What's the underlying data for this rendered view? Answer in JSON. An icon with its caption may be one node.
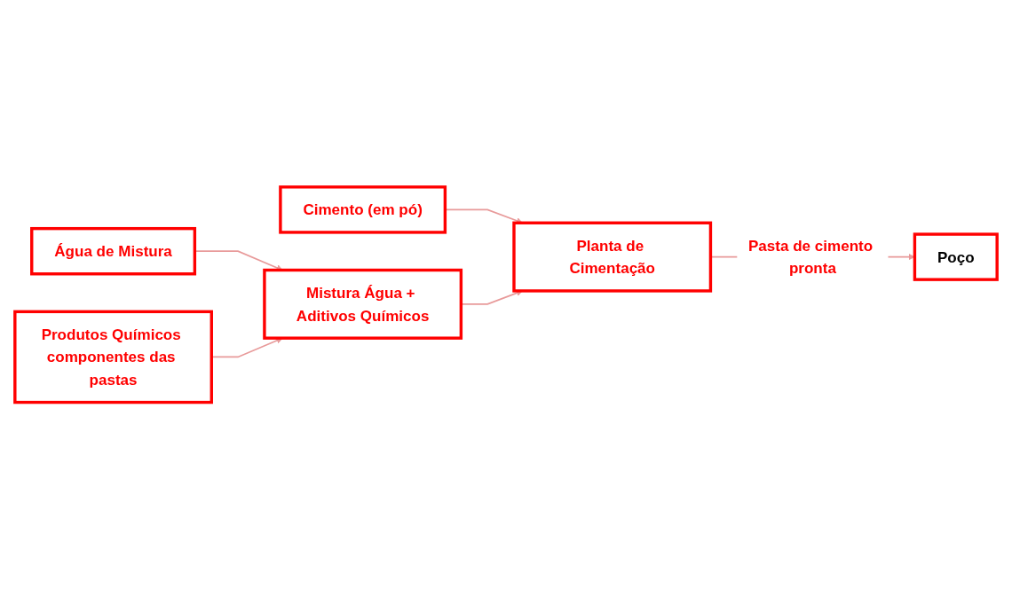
{
  "diagram": {
    "nodes": [
      {
        "text": [
          "Cimento (em pó)"
        ]
      },
      {
        "text": [
          "Água de Mistura"
        ]
      },
      {
        "text": [
          "Produtos Químicos componentes das pastas"
        ]
      },
      {
        "text": [
          "Mistura Água + Aditivos Químicos"
        ]
      },
      {
        "text": [
          "Planta de Cimentação"
        ]
      },
      {
        "text": [
          "Poço"
        ]
      }
    ],
    "edges": [
      {
        "from": 0,
        "to": 4,
        "arrow": "to"
      },
      {
        "from": 1,
        "to": 3,
        "arrow": "to"
      },
      {
        "from": 2,
        "to": 3,
        "arrow": "to"
      },
      {
        "from": 3,
        "to": 4,
        "arrow": "to"
      },
      {
        "from": 4,
        "to": 5,
        "arrow": "to",
        "label": "Pasta de cimento pronta"
      }
    ]
  }
}
